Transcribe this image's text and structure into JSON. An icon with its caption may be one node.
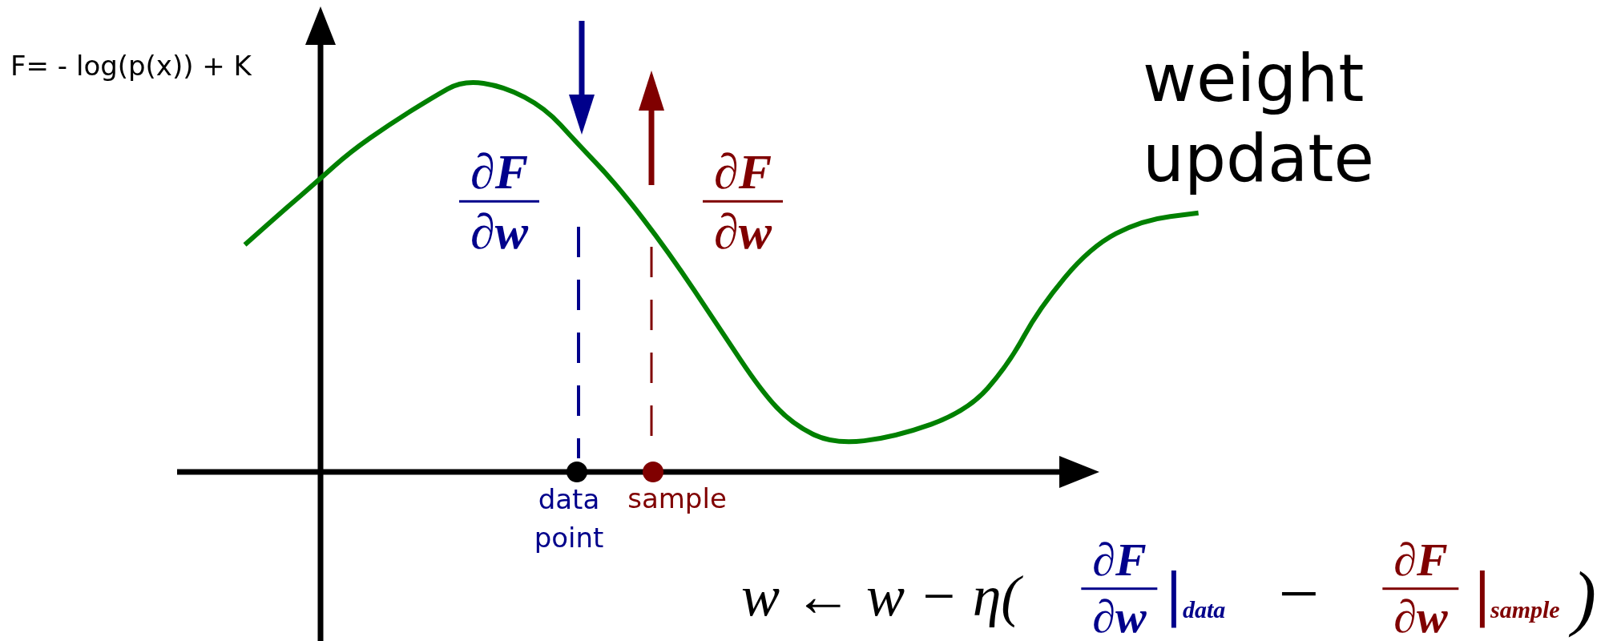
{
  "diagram": {
    "title": "weight update",
    "labels": [
      "F= - log(p(x)) + K",
      "∂F",
      "∂w",
      "∂F",
      "∂w",
      "data point",
      "sample",
      "w ← w − η(",
      "∂F",
      "∂w",
      "|",
      "data",
      "−",
      "∂F",
      "∂w",
      "|",
      "sample",
      ")"
    ]
  }
}
